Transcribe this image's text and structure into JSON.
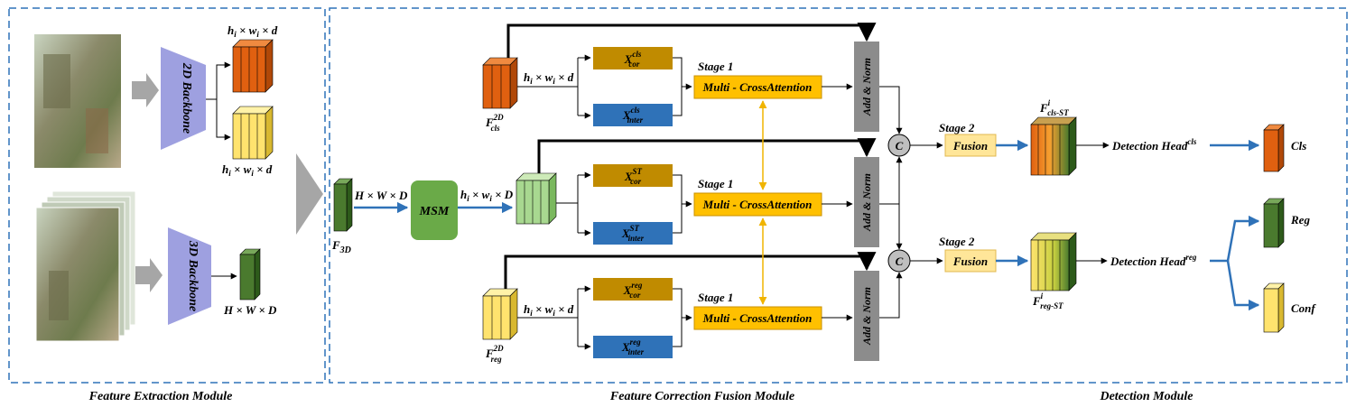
{
  "modules": {
    "extraction": "Feature Extraction Module",
    "correction": "Feature Correction Fusion Module",
    "detection": "Detection Module"
  },
  "backbones": {
    "b2d": "2D Backbone",
    "b3d": "3D Backbone"
  },
  "labels": {
    "hwd_small": "h",
    "dims_small": "i × wi × d",
    "dims_big": "H × W × D",
    "f3d_base": "F",
    "f3d_sub": "3D"
  },
  "msm": "MSM",
  "branches": [
    {
      "feat_base": "F",
      "feat_sup": "2D",
      "feat_sub": "cls",
      "cor_sup": "cls",
      "inter_sup": "cls"
    },
    {
      "cor_sup": "ST",
      "inter_sup": "ST"
    },
    {
      "feat_base": "F",
      "feat_sup": "2D",
      "feat_sub": "reg",
      "cor_sup": "reg",
      "inter_sup": "reg"
    }
  ],
  "x_base": "X",
  "x_cor": "cor",
  "x_inter": "inter",
  "stage1": "Stage 1",
  "stage2": "Stage 2",
  "mca": "Multi - CrossAttention",
  "addnorm": "Add & Norm",
  "concat": "C",
  "fusion": "Fusion",
  "fused": {
    "cls": {
      "base": "F",
      "sup": "i",
      "sub": "cls-ST"
    },
    "reg": {
      "base": "F",
      "sup": "i",
      "sub": "reg-ST"
    }
  },
  "heads": {
    "cls": {
      "base": "Detection Head",
      "sup": "cls"
    },
    "reg": {
      "base": "Detection Head",
      "sup": "reg"
    }
  },
  "outputs": {
    "cls": "Cls",
    "reg": "Reg",
    "conf": "Conf"
  },
  "colors": {
    "dashed_border": "#2f72b8",
    "backbone": "#9ea0e0",
    "orange": "#e06010",
    "yellow": "#ffe36e",
    "green_dark": "#4a7a2e",
    "green_light": "#a8d890",
    "msm": "#6aaa48",
    "xcor": "#c08b00",
    "xinter": "#2f72b8",
    "mca": "#ffc000",
    "addnorm": "#8c8c8c",
    "fusion": "#ffe699"
  }
}
